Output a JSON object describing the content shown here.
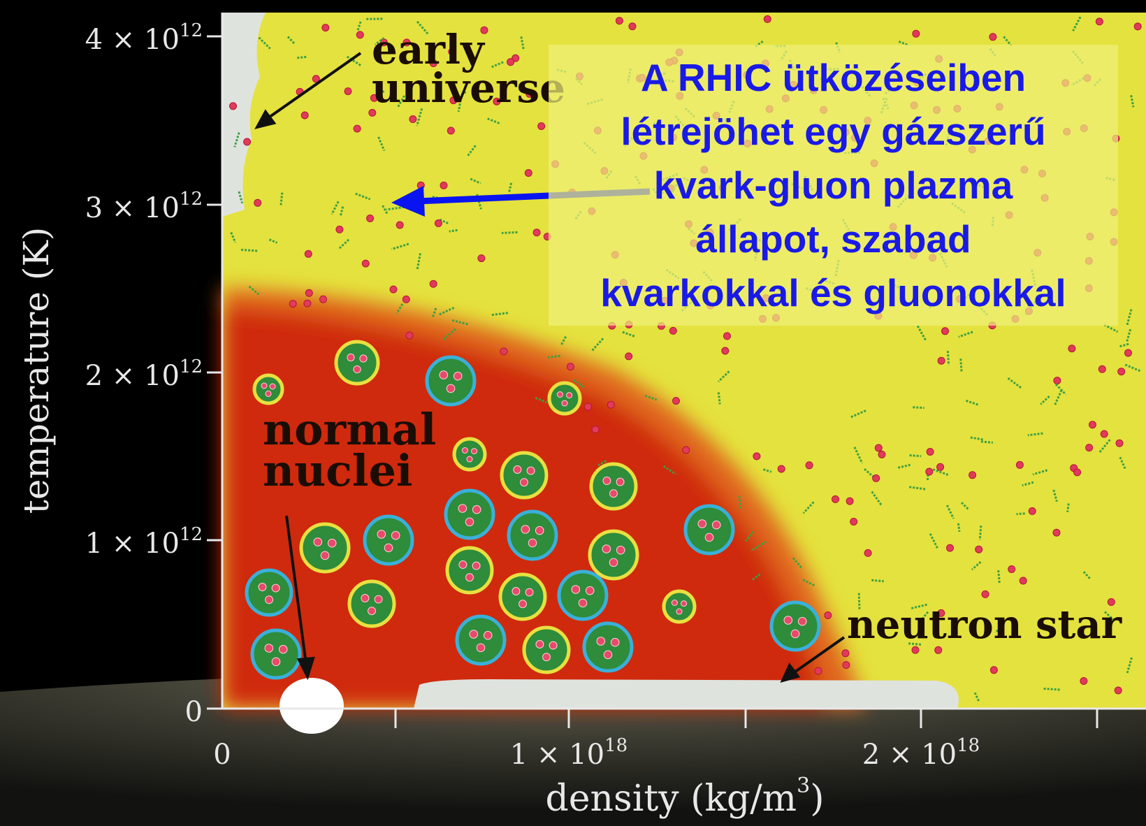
{
  "axes": {
    "ylabel": "temperature (K)",
    "xlabel_base": "density (kg/m",
    "xlabel_exp": "3",
    "xlabel_close": ")",
    "yticks": [
      {
        "value": 0,
        "mant": "0",
        "exp": ""
      },
      {
        "value": 1000000000000.0,
        "mant": "1 × 10",
        "exp": "12"
      },
      {
        "value": 2000000000000.0,
        "mant": "2 × 10",
        "exp": "12"
      },
      {
        "value": 3000000000000.0,
        "mant": "3 × 10",
        "exp": "12"
      },
      {
        "value": 4000000000000.0,
        "mant": "4 × 10",
        "exp": "12"
      }
    ],
    "xticks": [
      {
        "value": 0,
        "mant": "0",
        "exp": ""
      },
      {
        "value": 1e+18,
        "mant": "1 × 10",
        "exp": "18"
      },
      {
        "value": 2e+18,
        "mant": "2 × 10",
        "exp": "18"
      }
    ]
  },
  "labels": {
    "early_1": "early",
    "early_2": "universe",
    "nuclei_1": "normal",
    "nuclei_2": "nuclei",
    "neutron": "neutron star"
  },
  "callout": {
    "line1": "A RHIC ütközéseiben",
    "line2": "létrejöhet egy gázszerű",
    "line3": "kvark-gluon plazma",
    "line4": "állapot, szabad",
    "line5": "kvarkokkal és gluonokkal"
  },
  "colors": {
    "qgp_yellow": "#e4e23e",
    "hadron_red": "#d23a12",
    "arrow_blue": "#0a14f0",
    "callout_text": "#1a1ae6"
  }
}
